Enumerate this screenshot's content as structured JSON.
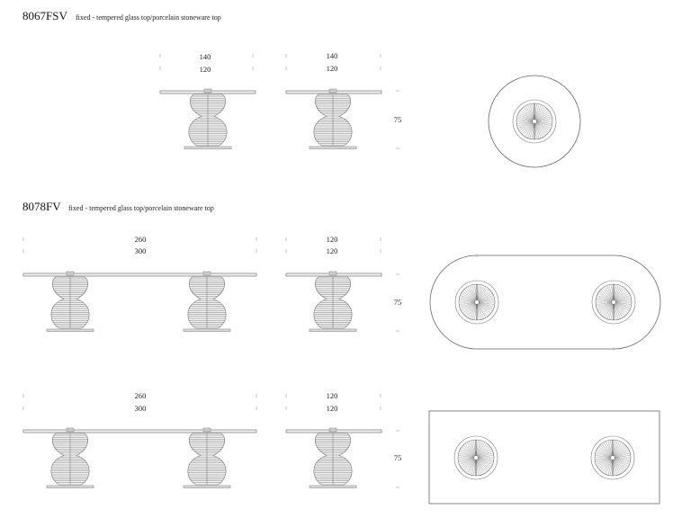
{
  "sections": [
    {
      "code": "8067FSV",
      "description": "fixed - tempered glass top/porcelain stoneware top",
      "front": {
        "dim_a": "140",
        "dim_b": "120"
      },
      "side": {
        "dim_a": "140",
        "dim_b": "120"
      },
      "height": "75",
      "plan_shape": "round"
    },
    {
      "code": "8078FV",
      "description": "fixed - tempered glass top/porcelain stoneware top",
      "front": {
        "dim_a": "260",
        "dim_b": "300"
      },
      "side": {
        "dim_a": "120",
        "dim_b": "120"
      },
      "height": "75",
      "plan_shape": "oval"
    },
    {
      "code": "",
      "description": "",
      "front": {
        "dim_a": "260",
        "dim_b": "300"
      },
      "side": {
        "dim_a": "120",
        "dim_b": "120"
      },
      "height": "75",
      "plan_shape": "rectangular"
    }
  ]
}
